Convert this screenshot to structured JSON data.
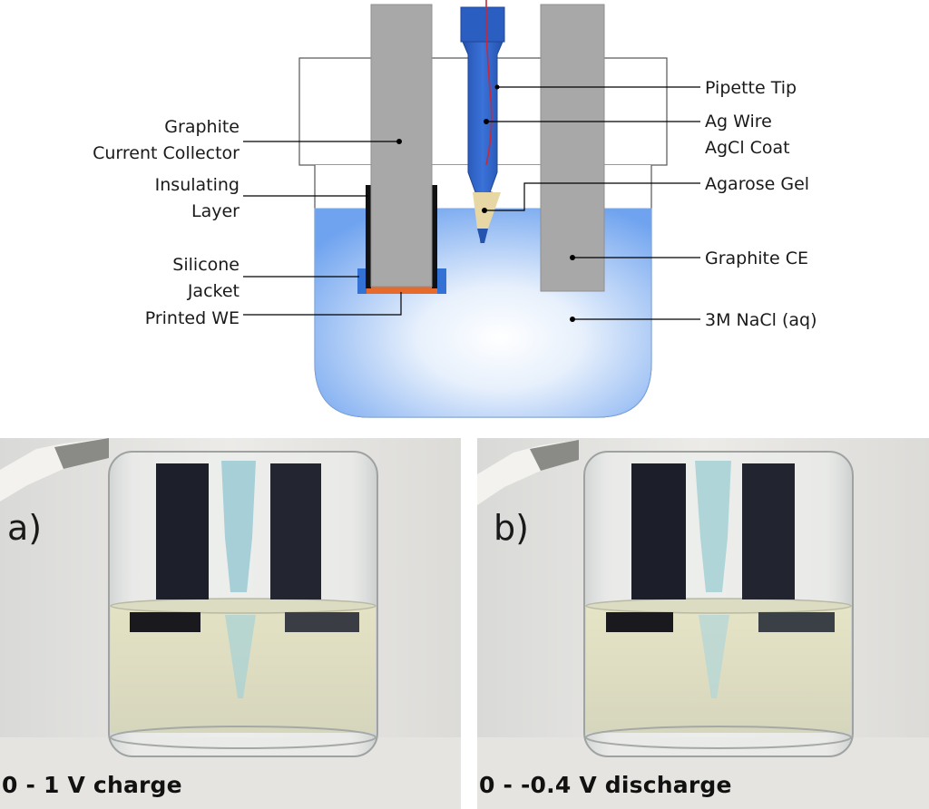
{
  "diagram": {
    "labels": {
      "graphite_collector_1": "Graphite",
      "graphite_collector_2": "Current Collector",
      "insulating_1": "Insulating",
      "insulating_2": "Layer",
      "silicone_1": "Silicone",
      "silicone_2": "Jacket",
      "printed_we": "Printed WE",
      "pipette_tip": "Pipette Tip",
      "ag_wire": "Ag Wire",
      "agcl_coat": "AgCl Coat",
      "agarose_gel": "Agarose Gel",
      "graphite_ce": "Graphite CE",
      "nacl": "3M NaCl (aq)"
    },
    "colors": {
      "graphite": "#a8a8a8",
      "pipette": "#2f63c9",
      "ag_wire": "#c8283c",
      "agarose": "#e8d9a6",
      "electrolyte": "#6fa3ef",
      "silicone": "#2f6fd0",
      "printed_we": "#e66a2c",
      "insulating": "#111111"
    }
  },
  "photos": [
    {
      "letter": "a)",
      "caption": "0 - 1 V charge"
    },
    {
      "letter": "b)",
      "caption": "0 - -0.4 V discharge"
    }
  ]
}
